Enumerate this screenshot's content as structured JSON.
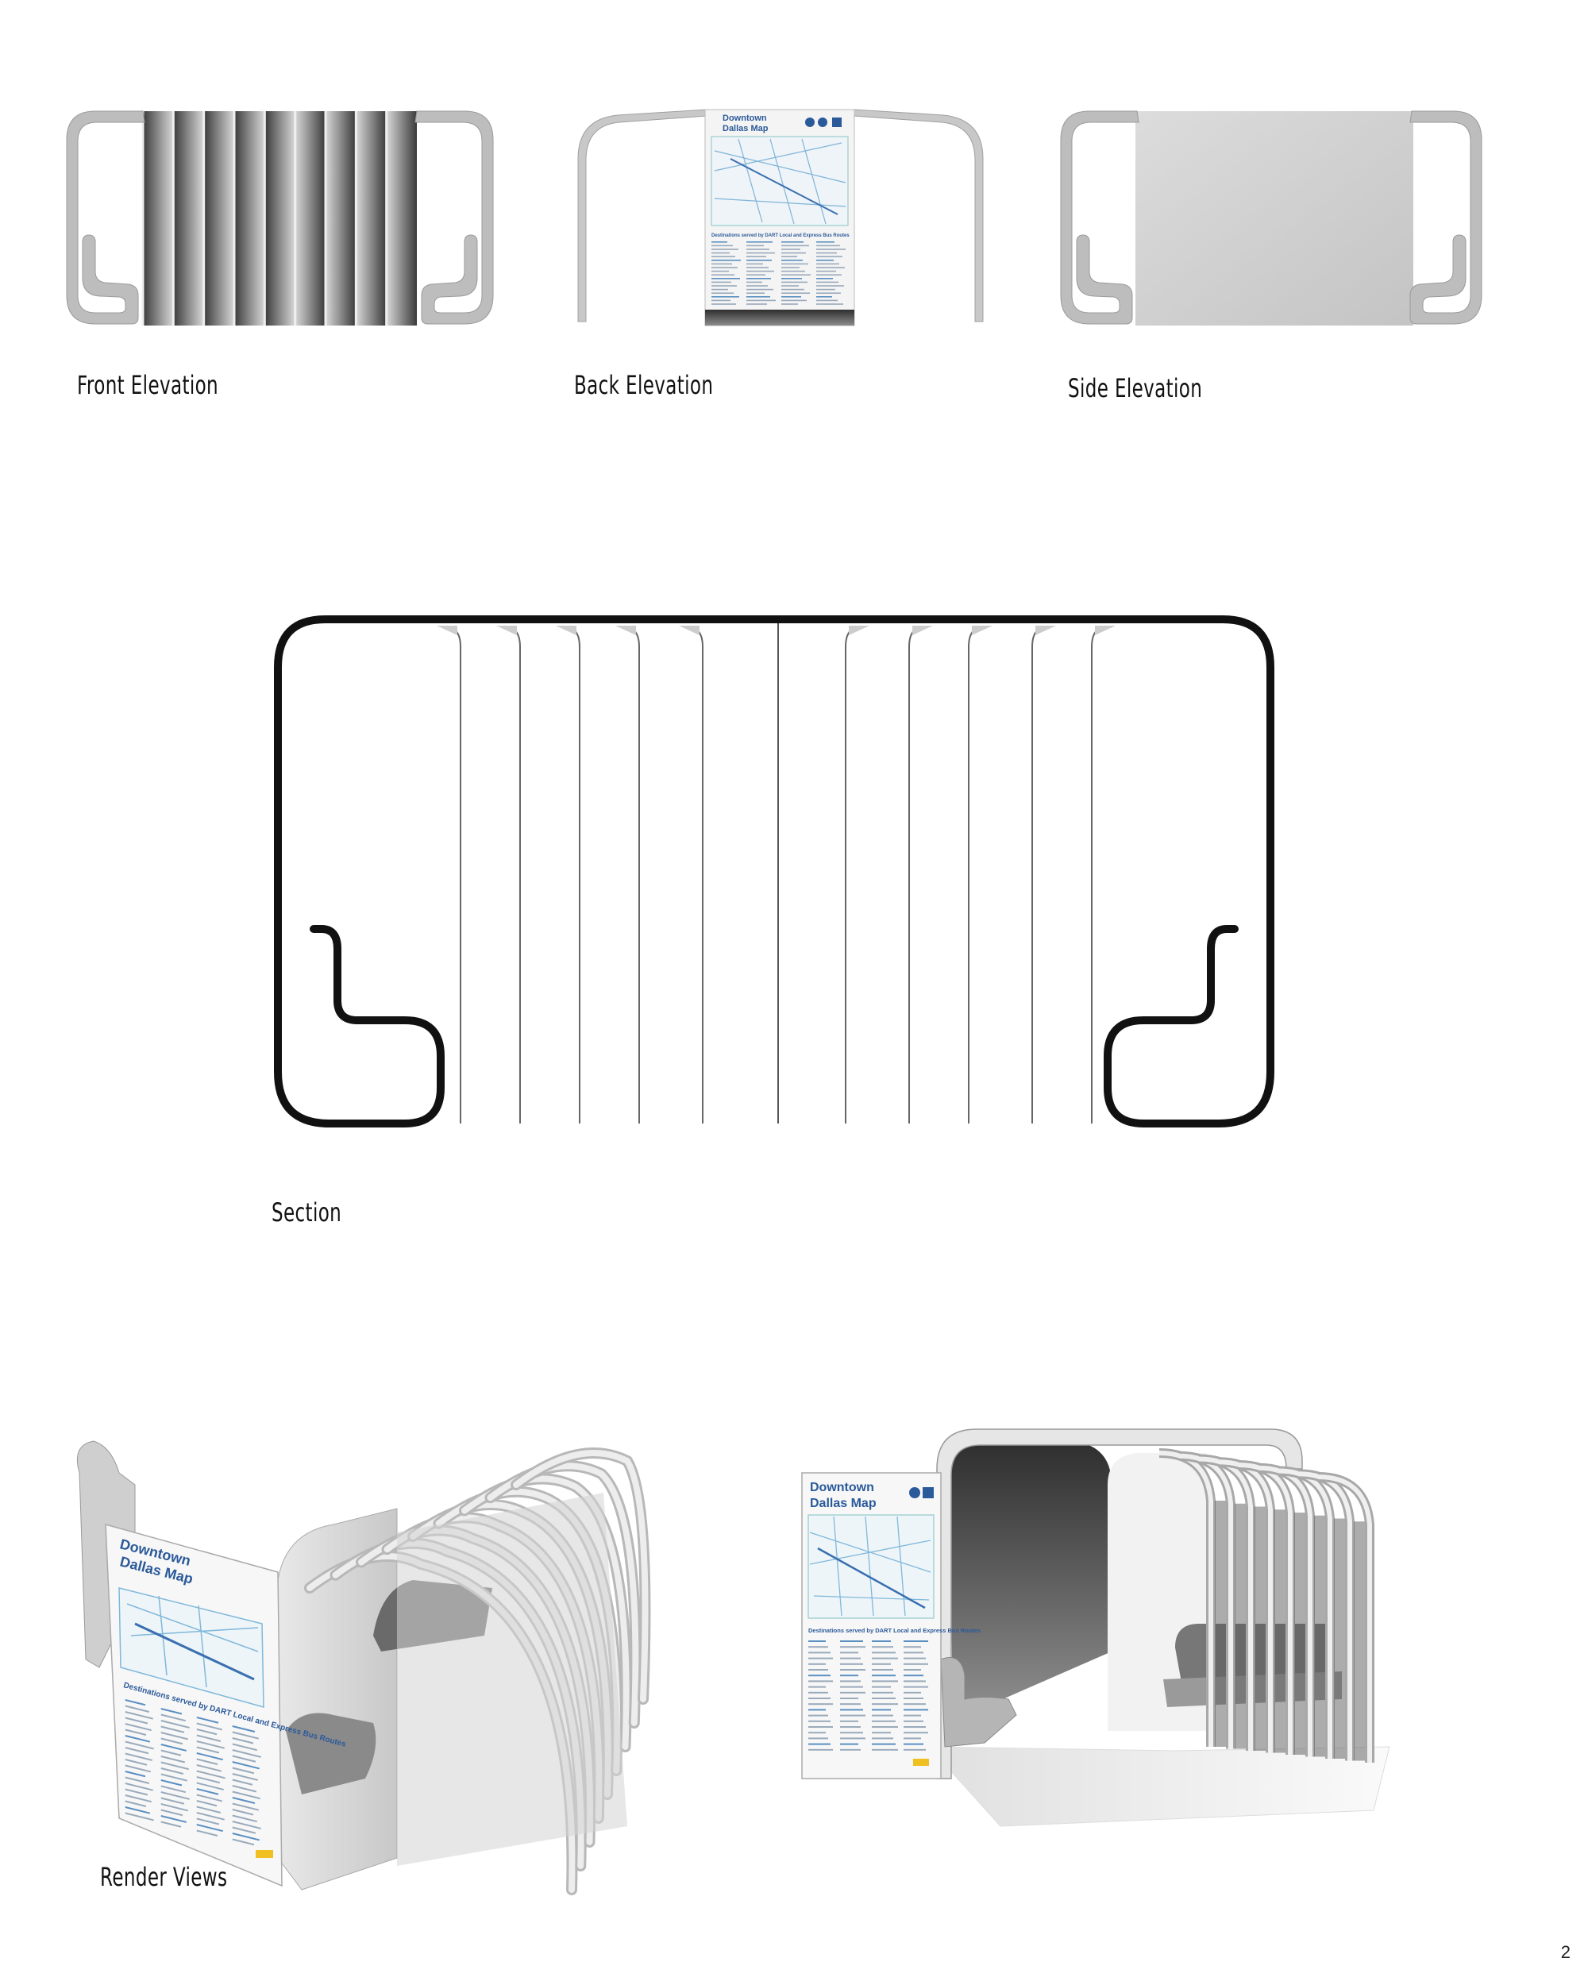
{
  "captions": {
    "front": "Front Elevation",
    "back": "Back Elevation",
    "side": "Side Elevation",
    "section": "Section",
    "render": "Render Views"
  },
  "map_sign": {
    "title_line1": "Downtown",
    "title_line2": "Dallas Map",
    "subtitle": "Destinations served by DART Local and Express Bus Routes"
  },
  "page_number": "2"
}
